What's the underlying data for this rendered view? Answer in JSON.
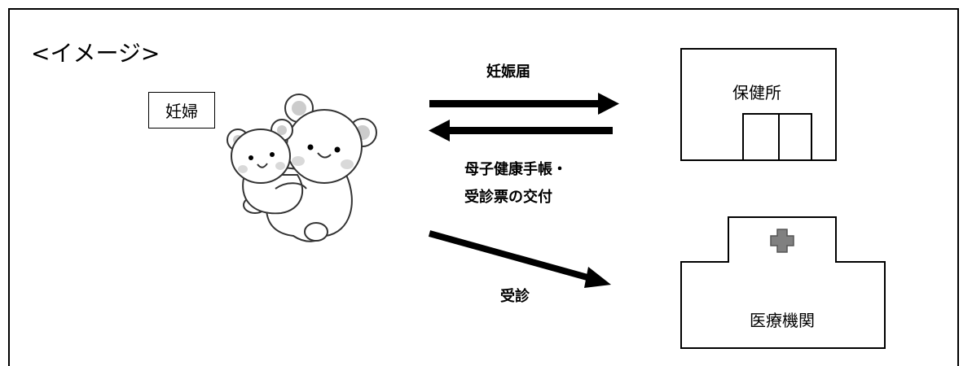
{
  "header": {
    "title": "<イメージ>"
  },
  "diagram": {
    "person_label": "妊婦",
    "arrow_to_health_center": "妊娠届",
    "arrow_from_health_center_line1": "母子健康手帳・",
    "arrow_from_health_center_line2": "受診票の交付",
    "arrow_to_hospital": "受診",
    "health_center": "保健所",
    "hospital": "医療機関"
  },
  "icons": {
    "mascot": "bear-hugging-cub-illustration",
    "hospital_mark": "medical-cross-icon"
  },
  "colors": {
    "cross_fill": "#808080",
    "cheek": "#d9d9d9"
  }
}
